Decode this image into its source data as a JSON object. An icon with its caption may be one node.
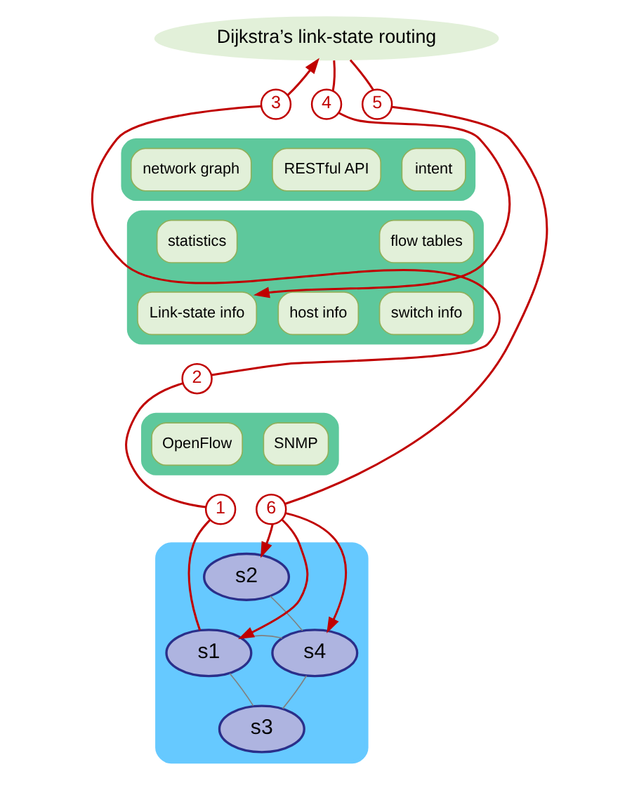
{
  "diagram": {
    "nodes": [
      {
        "text": [
          "Dijkstra’s link-state routing"
        ]
      },
      {
        "text": [],
        "shape": "box"
      },
      {
        "text": [
          "network graph"
        ],
        "in": 1
      },
      {
        "text": [
          "RESTful API"
        ],
        "in": 1
      },
      {
        "text": [
          "intent"
        ],
        "in": 1
      },
      {
        "text": [],
        "shape": "box"
      },
      {
        "text": [
          "statistics"
        ],
        "in": 5
      },
      {
        "text": [
          "flow tables"
        ],
        "in": 5
      },
      {
        "text": [
          "Link-state info"
        ],
        "in": 5
      },
      {
        "text": [
          "host info"
        ],
        "in": 5
      },
      {
        "text": [
          "switch info"
        ],
        "in": 5
      },
      {
        "text": [],
        "shape": "box"
      },
      {
        "text": [
          "OpenFlow"
        ],
        "in": 11
      },
      {
        "text": [
          "SNMP"
        ],
        "in": 11
      },
      {
        "text": [],
        "shape": "cloud"
      },
      {
        "text": [
          "s1"
        ],
        "in": 14
      },
      {
        "text": [
          "s2"
        ],
        "in": 14
      },
      {
        "text": [
          "s3"
        ],
        "in": 14
      },
      {
        "text": [
          "s4"
        ],
        "in": 14
      },
      {
        "text": [
          "1"
        ]
      },
      {
        "text": [
          "2"
        ]
      },
      {
        "text": [
          "3"
        ]
      },
      {
        "text": [
          "4"
        ]
      },
      {
        "text": [
          "5"
        ]
      },
      {
        "text": [
          "6"
        ]
      }
    ],
    "edges": [
      {
        "from": 15,
        "to": 19,
        "arrow": "none"
      },
      {
        "from": 19,
        "to": 20,
        "arrow": "none"
      },
      {
        "from": 20,
        "to": 21,
        "arrow": "none"
      },
      {
        "from": 21,
        "to": 0,
        "arrow": "to"
      },
      {
        "from": 0,
        "to": 22,
        "arrow": "none"
      },
      {
        "from": 22,
        "to": 8,
        "arrow": "to"
      },
      {
        "from": 0,
        "to": 23,
        "arrow": "none"
      },
      {
        "from": 23,
        "to": 24,
        "arrow": "none"
      },
      {
        "from": 24,
        "to": 15,
        "arrow": "to"
      },
      {
        "from": 24,
        "to": 16,
        "arrow": "to"
      },
      {
        "from": 24,
        "to": 18,
        "arrow": "to"
      },
      {
        "from": 16,
        "to": 18,
        "arrow": "none",
        "color": "#808080"
      },
      {
        "from": 15,
        "to": 18,
        "arrow": "none",
        "color": "#808080"
      },
      {
        "from": 15,
        "to": 17,
        "arrow": "none",
        "color": "#808080"
      },
      {
        "from": 17,
        "to": 18,
        "arrow": "none",
        "color": "#808080"
      }
    ]
  }
}
